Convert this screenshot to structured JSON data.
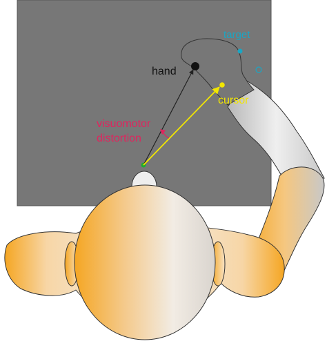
{
  "labels": {
    "target": "target",
    "hand": "hand",
    "cursor": "cursor",
    "distortion_line1": "visuomotor",
    "distortion_line2": "distortion"
  },
  "colors": {
    "workspace": "#777777",
    "target_color": "#1aa6c4",
    "cursor_color": "#f2e600",
    "start_color": "#22aa33",
    "distortion_color": "#e0245e",
    "hand_dot": "#111111",
    "skin_light": "#f6f6f4",
    "skin_orange": "#f5a623",
    "arm_grey": "#c9c9c9"
  }
}
